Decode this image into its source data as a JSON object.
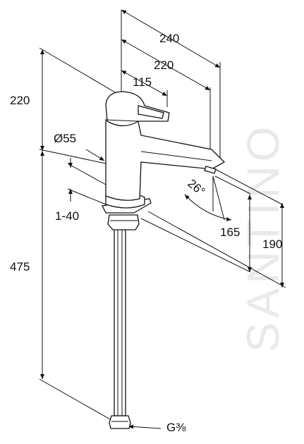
{
  "dimensions": {
    "d240": "240",
    "d220_top": "220",
    "d115": "115",
    "d220_left": "220",
    "diameter": "Ø55",
    "range": "1-40",
    "d475": "475",
    "angle": "26°",
    "d165": "165",
    "d190": "190",
    "thread": "G⅜"
  },
  "watermark": "SANTINO"
}
